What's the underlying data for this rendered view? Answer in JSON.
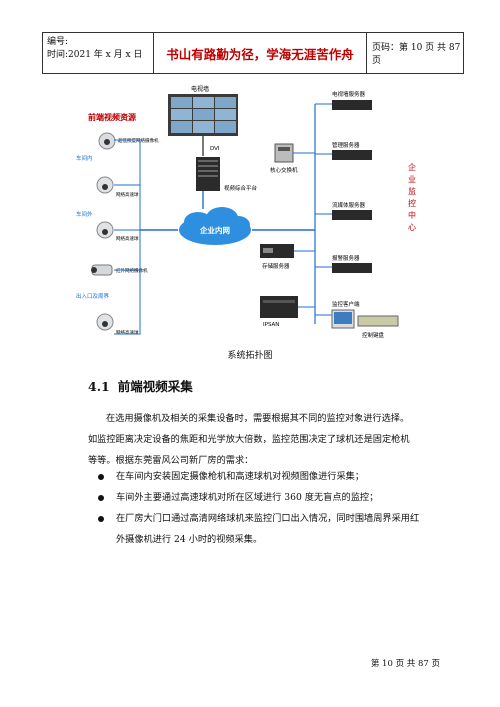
{
  "header": {
    "number_label": "编号:",
    "time_label": "时间:2021 年 x 月 x 日",
    "motto": "书山有路勤为径，学海无涯苦作舟",
    "page_label": "页码：第 10 页 共 87 页"
  },
  "diagram": {
    "tv_wall": "电视墙",
    "dvi": "DVI",
    "video_platform": "视频综合平台",
    "front_title": "前端视频资源",
    "workshop_in": "车间内",
    "workshop_out": "车间外",
    "gate": "出入口及周界",
    "cam1": "超低照度网络摄像机",
    "cam2": "网络高速球",
    "cam3": "网络高速球",
    "cam4": "红外网络摄像机",
    "cam5": "网络高速球",
    "intranet": "企业内网",
    "core_switch": "核心交换机",
    "storage_server": "存储服务器",
    "ipsan": "IPSAN",
    "tvwall_server": "电视墙服务器",
    "mgmt_server": "管理服务器",
    "stream_server": "流媒体服务器",
    "alarm_server": "报警服务器",
    "client": "监控客户端",
    "keyboard": "控制键盘",
    "center": [
      "企",
      "业",
      "监",
      "控",
      "中",
      "心"
    ]
  },
  "caption": "系统拓扑图",
  "section": {
    "number": "4.1",
    "title": "前端视频采集"
  },
  "paragraph": "在选用摄像机及相关的采集设备时，需要根据其不同的监控对象进行选择。如监控距离决定设备的焦距和光学放大倍数，监控范围决定了球机还是固定枪机等等。根据东莞雷风公司新厂房的需求：",
  "bullets": [
    "在车间内安装固定摄像枪机和高速球机对视频图像进行采集；",
    "车间外主要通过高速球机对所在区域进行 360 度无盲点的监控；",
    "在厂房大门口通过高清网络球机来监控门口出入情况，同时围墙周界采用红外摄像机进行 24 小时的视频采集。"
  ],
  "footer": "第 10 页 共 87 页",
  "colors": {
    "accent_red": "#c00000",
    "link_blue": "#1f6fd0",
    "cloud_blue": "#2e8fe0"
  }
}
